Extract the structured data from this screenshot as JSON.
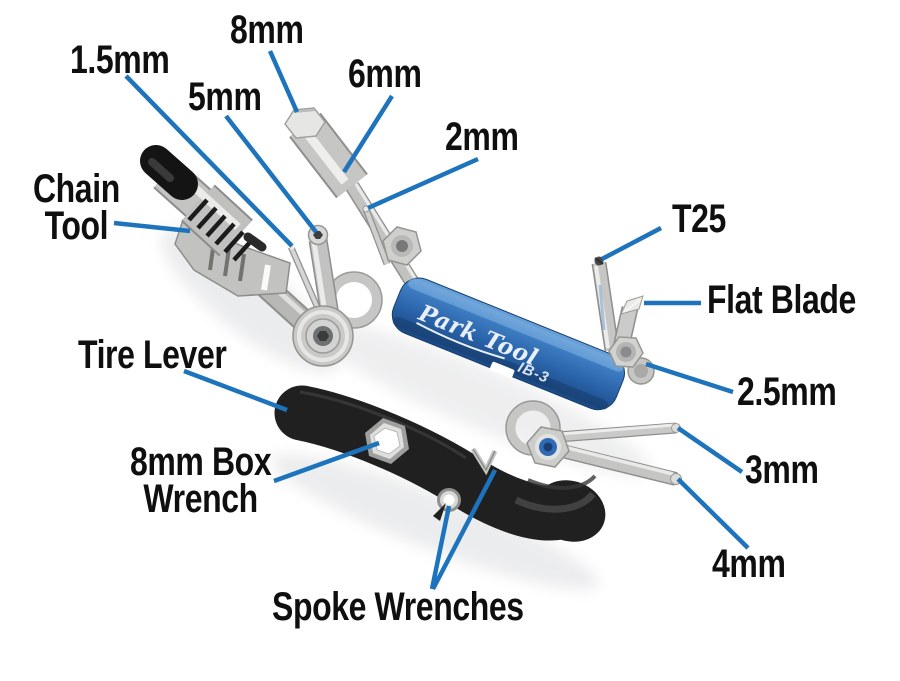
{
  "labels": {
    "hex_8mm": "8mm",
    "hex_1_5mm": "1.5mm",
    "hex_5mm": "5mm",
    "hex_6mm": "6mm",
    "hex_2mm": "2mm",
    "chain_tool": {
      "lines": [
        "Chain",
        "Tool"
      ]
    },
    "t25": "T25",
    "flat_blade": "Flat Blade",
    "hex_2_5mm": "2.5mm",
    "hex_3mm": "3mm",
    "hex_4mm": "4mm",
    "tire_lever": "Tire Lever",
    "box_wrench": {
      "lines": [
        "8mm Box",
        "Wrench"
      ]
    },
    "spoke_wrenches": "Spoke Wrenches"
  },
  "tool": {
    "brand": "Park Tool",
    "model": "IB-3"
  },
  "colors": {
    "leader_line": "#1d74bc",
    "label_text": "#0f0f0f",
    "body_blue": "#2e6cb4",
    "tire_lever_black": "#202020",
    "metal_silver": "#c9cac8",
    "nylock_blue": "#2f6cb5"
  }
}
